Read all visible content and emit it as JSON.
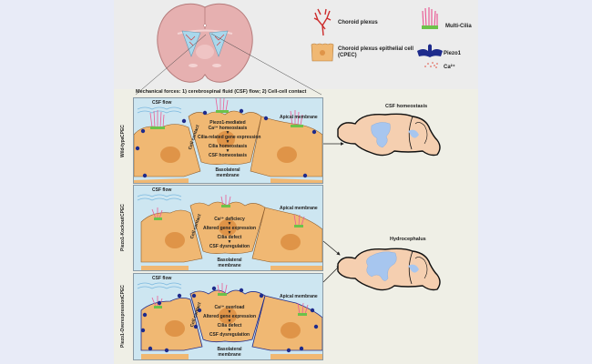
{
  "legend": {
    "choroid_plexus": "Choroid plexus",
    "cpec_line1": "Choroid plexus epithelial cell",
    "cpec_line2": "(CPEC)",
    "multi_cilia": "Multi-Cilia",
    "piezo1": "Piezo1",
    "calcium": "Ca²⁺"
  },
  "mechanical_forces": "Mechanical forces: 1) cerebrospinal fluid (CSF) flow; 2) Cell-cell contact",
  "panels": [
    {
      "row_label_line1": "Wild-type",
      "row_label_line2": "CPEC",
      "csf_flow": "CSF flow",
      "apical": "Apical membrane",
      "cell_contact": "Cell contact",
      "steps": [
        "Piezo1-mediated",
        "Ca²⁺ homeostasis",
        "Cilia-related gene expression",
        "Cilia homeostasis",
        "CSF homeostasis"
      ],
      "basolateral_line1": "Basolateral",
      "basolateral_line2": "membrane"
    },
    {
      "row_label_line1": "Piezo1-Kockout",
      "row_label_line2": "CPEC",
      "csf_flow": "CSF flow",
      "apical": "Apical membrane",
      "cell_contact": "Cell contact",
      "steps": [
        "Ca²⁺ deficiecy",
        "Altered gene expression",
        "Cilia defect",
        "CSF dysregulation"
      ],
      "basolateral_line1": "Basolateral",
      "basolateral_line2": "membrane"
    },
    {
      "row_label_line1": "Piezo1-Overexpression",
      "row_label_line2": "CPEC",
      "csf_flow": "CSF flow",
      "apical": "Apical membrane",
      "cell_contact": "Cell contact",
      "steps": [
        "Ca²⁺ overload",
        "Altered gene expression",
        "Cilia defect",
        "CSF dysregulation"
      ],
      "basolateral_line1": "Basolateral",
      "basolateral_line2": "membrane"
    }
  ],
  "outcomes": {
    "normal": "CSF homeostasis",
    "disease": "Hydrocephalus"
  },
  "colors": {
    "brain_section": "#e8b4b4",
    "ventricle": "#a9d8ec",
    "cell": "#f0b873",
    "nucleus": "#df9448",
    "piezo1": "#1e2b8c",
    "cilia": "#ea5d96",
    "panel_bg": "#cde6f1",
    "sagittal_brain": "#f5cfb0",
    "csf_blue": "#a7c6ef"
  }
}
